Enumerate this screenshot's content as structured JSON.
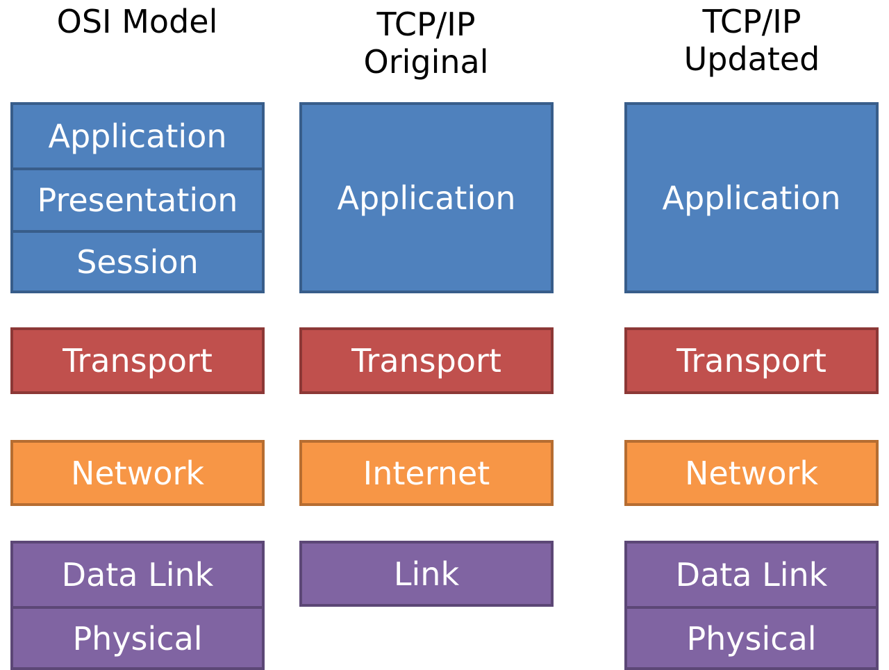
{
  "columns": [
    {
      "title": "OSI Model",
      "application": [
        "Application",
        "Presentation",
        "Session"
      ],
      "transport": "Transport",
      "network": "Network",
      "link": [
        "Data Link",
        "Physical"
      ]
    },
    {
      "title": "TCP/IP\nOriginal",
      "application": [
        "Application"
      ],
      "transport": "Transport",
      "network": "Internet",
      "link": [
        "Link"
      ]
    },
    {
      "title": "TCP/IP\nUpdated",
      "application": [
        "Application"
      ],
      "transport": "Transport",
      "network": "Network",
      "link": [
        "Data Link",
        "Physical"
      ]
    }
  ],
  "colors": {
    "application": "#4f81bd",
    "transport": "#c0504d",
    "network": "#f79646",
    "link": "#8064a2"
  }
}
